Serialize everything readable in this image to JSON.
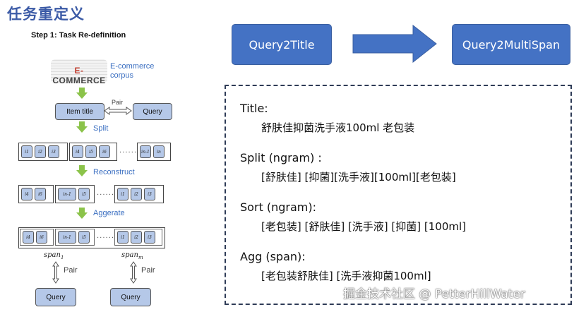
{
  "page_title": "任务重定义",
  "diagram": {
    "step_title": "Step 1: Task Re-definition",
    "logo_word_prefix": "E-",
    "logo_word_rest": "COMMERCE",
    "corpus_label": "E-commerce corpus",
    "item_title": "Item title",
    "pair_label": "Pair",
    "query_label": "Query",
    "split_label": "Split",
    "reconstruct_label": "Reconstruct",
    "aggregate_label": "Aggerate",
    "pair_left_label": "Pair",
    "pair_right_label": "Pair",
    "query_left": "Query",
    "query_right": "Query",
    "span_left": "span",
    "span_left_sub": "1",
    "span_right": "span",
    "span_right_sub": "m",
    "dots": "......",
    "split_row": [
      "i1",
      "i2",
      "i3",
      "i4",
      "i5",
      "i6",
      "in-1",
      "in"
    ],
    "reconstruct_row": [
      "i4",
      "i6",
      "in-1",
      "i5",
      "i1",
      "i2",
      "i3"
    ],
    "aggregate_row": [
      "i4",
      "i6",
      "in-1",
      "i5",
      "i1",
      "i2",
      "i3"
    ]
  },
  "flow": {
    "left_box": "Query2Title",
    "right_box": "Query2MultiSpan"
  },
  "example": {
    "title_head": "Title:",
    "title_body": "舒肤佳抑菌洗手液100ml 老包装",
    "split_head": "Split (ngram) :",
    "split_body": "[舒肤佳] [抑菌][洗手液][100ml][老包装]",
    "sort_head": "Sort (ngram):",
    "sort_body": "[老包装] [舒肤佳] [洗手液] [抑菌] [100ml]",
    "agg_head": "Agg (span):",
    "agg_body": "[老包装舒肤佳] [洗手液抑菌100ml]"
  },
  "watermark": "掘金技术社区 @ PetterHillWater",
  "colors": {
    "title_blue": "#3b5aa6",
    "flow_box_blue": "#4472c4",
    "arrow_green": "#8bc34a",
    "token_blue": "#b5c8e8"
  }
}
